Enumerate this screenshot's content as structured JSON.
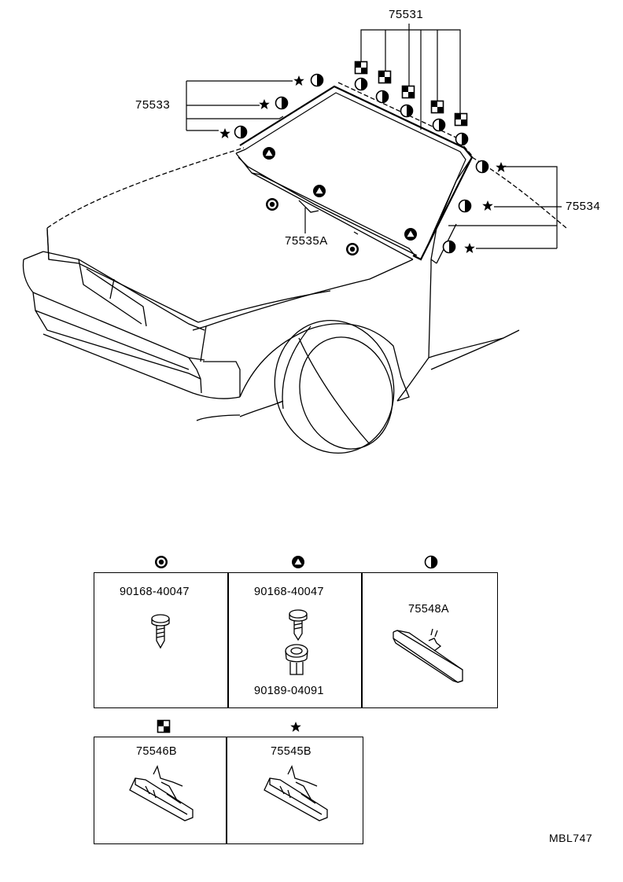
{
  "callouts": {
    "p75531": "75531",
    "p75533": "75533",
    "p75534": "75534",
    "p75535a": "75535A"
  },
  "legend_boxes": [
    {
      "symbol": "double-circle",
      "parts": [
        "90168-40047"
      ]
    },
    {
      "symbol": "circled-triangle",
      "parts": [
        "90168-40047",
        "90189-04091"
      ]
    },
    {
      "symbol": "half-circle",
      "parts": [
        "75548A"
      ]
    },
    {
      "symbol": "checker-square",
      "parts": [
        "75546B"
      ]
    },
    {
      "symbol": "star",
      "parts": [
        "75545B"
      ]
    }
  ],
  "diagram_code": "MBL747"
}
